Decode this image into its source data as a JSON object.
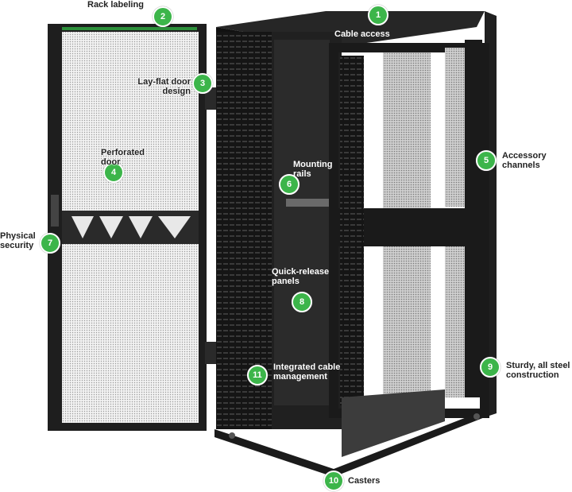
{
  "callouts": [
    {
      "id": "callout-cable-access",
      "number": "1",
      "label": "Cable access"
    },
    {
      "id": "callout-rack-labeling",
      "number": "2",
      "label": "Rack labeling"
    },
    {
      "id": "callout-lay-flat-door",
      "number": "3",
      "label": "Lay-flat door design"
    },
    {
      "id": "callout-perforated-door",
      "number": "4",
      "label": "Perforated door"
    },
    {
      "id": "callout-accessory-channels",
      "number": "5",
      "label": "Accessory channels"
    },
    {
      "id": "callout-mounting-rails",
      "number": "6",
      "label": "Mounting rails"
    },
    {
      "id": "callout-physical-security",
      "number": "7",
      "label": "Physical security"
    },
    {
      "id": "callout-quick-release-panels",
      "number": "8",
      "label": "Quick-release panels"
    },
    {
      "id": "callout-sturdy-steel",
      "number": "9",
      "label": "Sturdy, all steel construction"
    },
    {
      "id": "callout-casters",
      "number": "10",
      "label": "Casters"
    },
    {
      "id": "callout-cable-management",
      "number": "11",
      "label": "Integrated cable management"
    }
  ],
  "colors": {
    "badge": "#3cb54a",
    "rack": "#1a1a1a",
    "mesh": "#d9d9d9"
  }
}
